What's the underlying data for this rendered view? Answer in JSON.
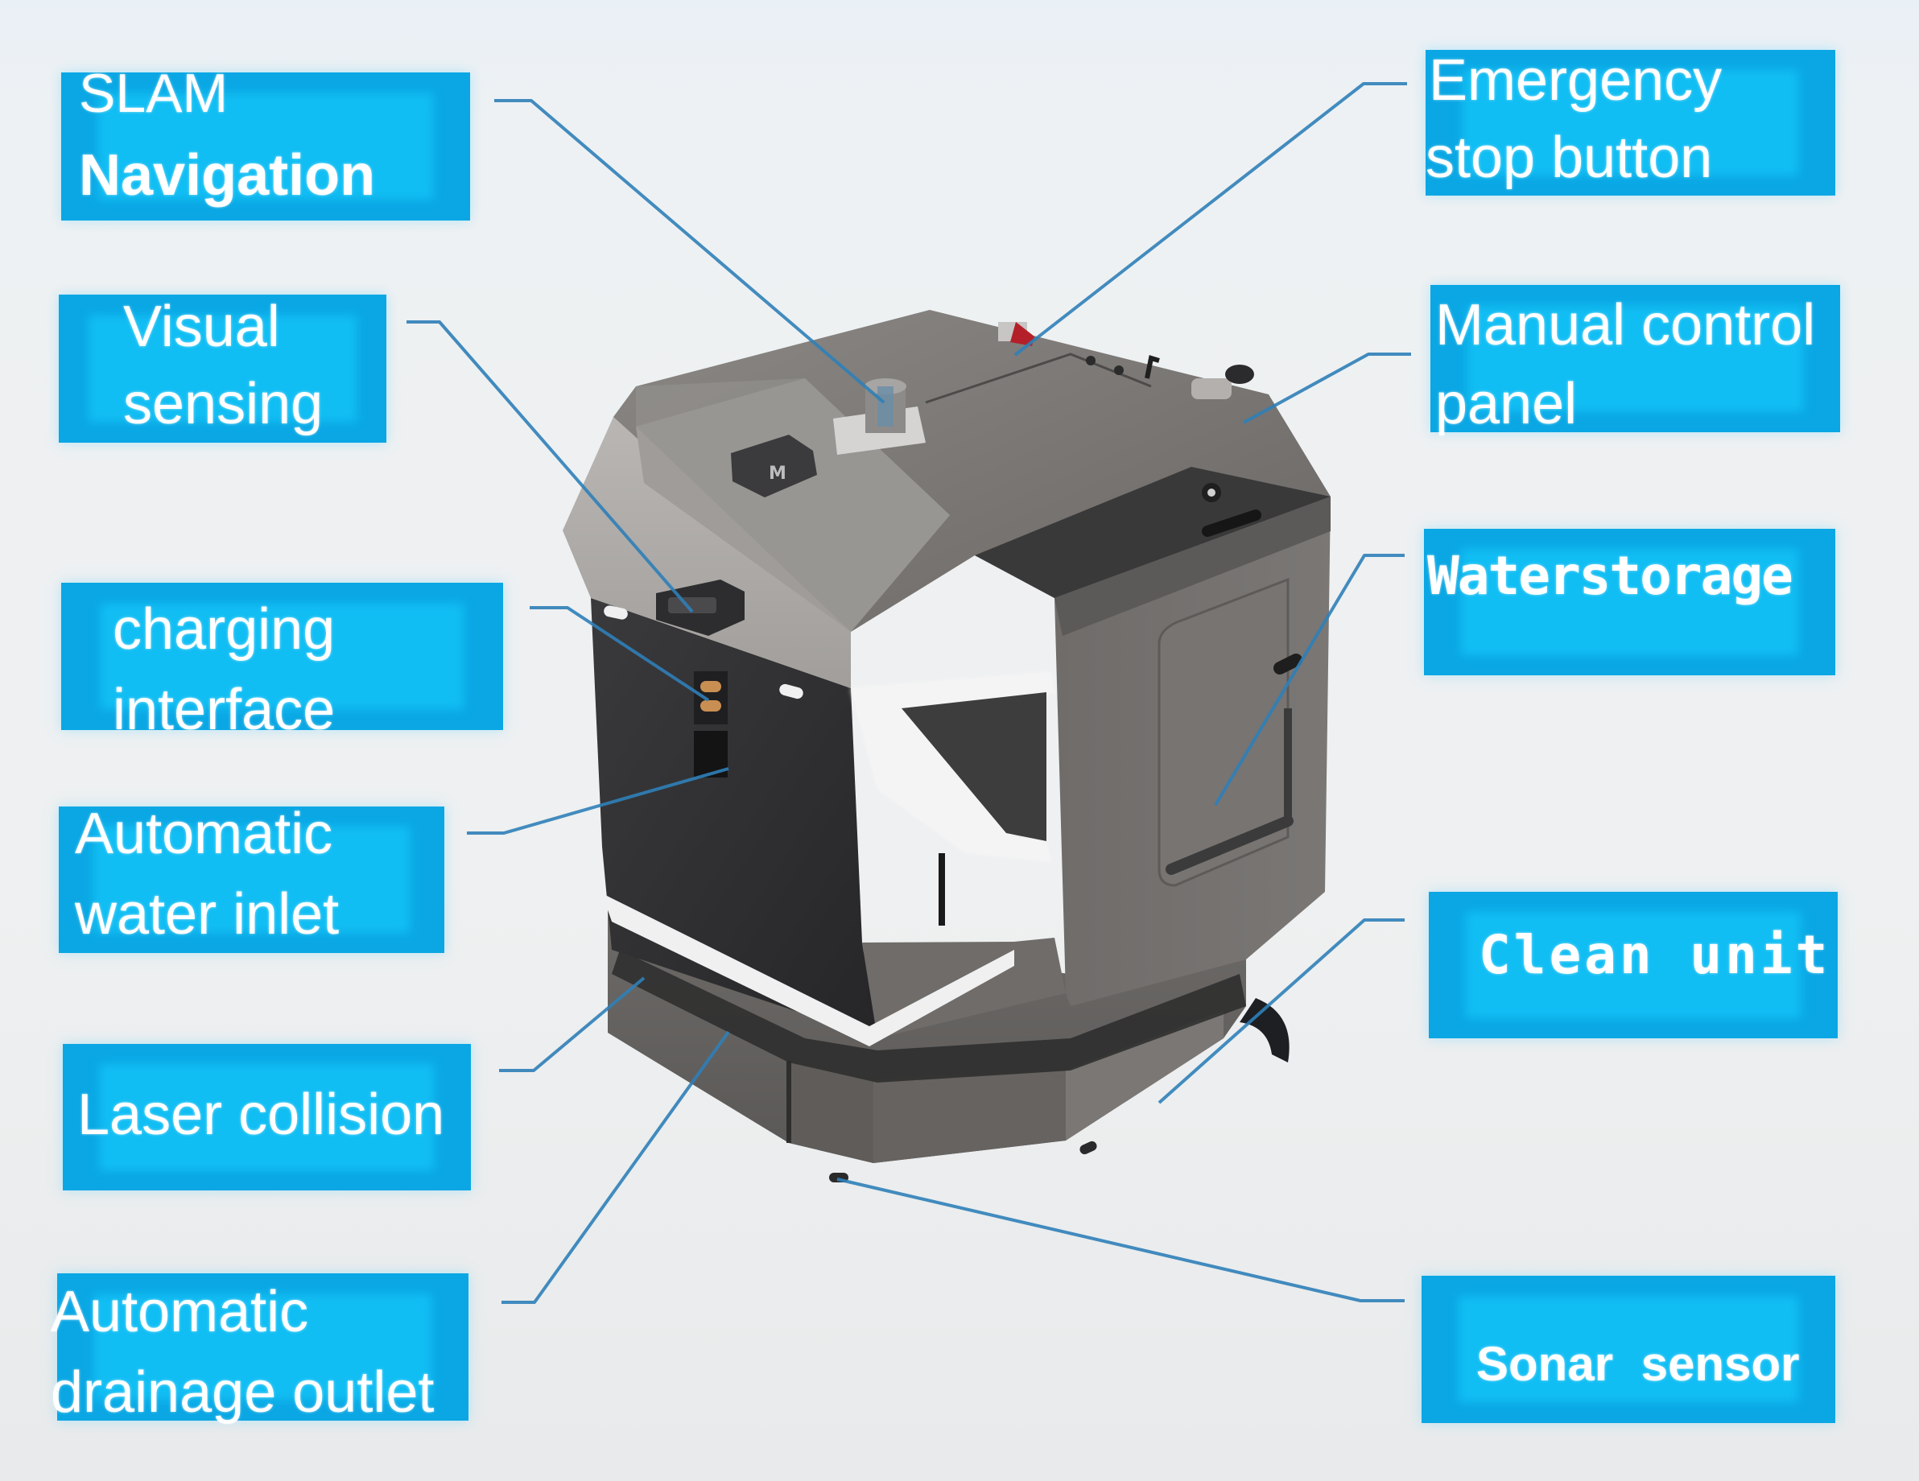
{
  "diagram": {
    "subject": "Cleaning robot",
    "colors": {
      "background": "#eef1f3",
      "label_box": "#0aa7e4",
      "label_box_inner": "#13c3f7",
      "label_text": "#ffffff",
      "leader_line": "#2f7fb8",
      "robot_body": "#6e6b69",
      "robot_dark_panel": "#2e2e30",
      "robot_highlight": "#f2f2f2",
      "emergency_button": "#b3202a"
    },
    "labels_left": [
      {
        "id": "slam",
        "line1": "SLAM",
        "line2": "Navigation"
      },
      {
        "id": "visual",
        "line1": "Visual",
        "line2": "sensing"
      },
      {
        "id": "charging",
        "line1": "charging",
        "line2": "interface"
      },
      {
        "id": "water-inlet",
        "line1": "Automatic",
        "line2": "water inlet"
      },
      {
        "id": "laser",
        "line1": "Laser collision",
        "line2": ""
      },
      {
        "id": "drainage",
        "line1": "Automatic",
        "line2": "drainage outlet"
      }
    ],
    "labels_right": [
      {
        "id": "emergency",
        "line1": "Emergency",
        "line2": "stop button"
      },
      {
        "id": "manual",
        "line1": "Manual control",
        "line2": "panel"
      },
      {
        "id": "water-storage",
        "line1": "Waterstorage",
        "line2": ""
      },
      {
        "id": "clean-unit",
        "line1": "Clean unit",
        "line2": ""
      },
      {
        "id": "sonar",
        "line1": "Sonar sensor",
        "line2": ""
      }
    ],
    "robot_logo": "M"
  }
}
